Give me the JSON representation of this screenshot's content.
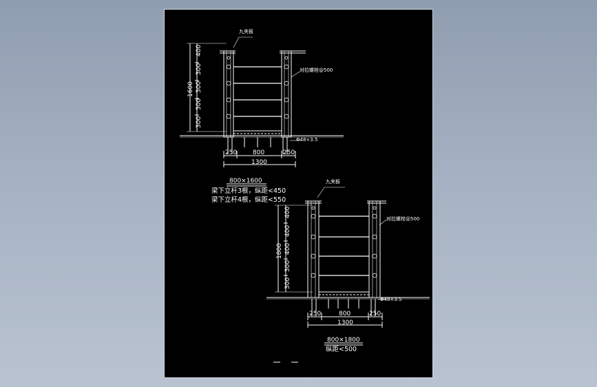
{
  "drawing": {
    "top_section": {
      "callout_top": "九夹板",
      "callout_bolt": "对拉螺栓@500",
      "callout_pipe": "Φ48×3.5",
      "vertical_dims": [
        "400",
        "300",
        "300",
        "300",
        "300"
      ],
      "total_height": "1600",
      "bottom_dims": [
        "250",
        "800",
        "250"
      ],
      "total_width": "1300",
      "title": "800×1600",
      "note_1": "梁下立杆3根，纵距<450",
      "note_2": "梁下立杆4根，纵距<550"
    },
    "bottom_section": {
      "callout_top": "九夹板",
      "callout_bolt": "对拉螺栓@500",
      "callout_pipe": "Φ48×3.5",
      "vertical_dims": [
        "400",
        "400",
        "400",
        "300",
        "300"
      ],
      "total_height": "1800",
      "bottom_dims": [
        "250",
        "800",
        "250"
      ],
      "total_width": "1300",
      "title": "800×1800",
      "note": "纵距<500"
    },
    "colors": {
      "background": "#000000",
      "lines": "#ffffff",
      "window_gradient_top": "#8f9db0",
      "window_gradient_bottom": "#b9c3d1"
    }
  }
}
